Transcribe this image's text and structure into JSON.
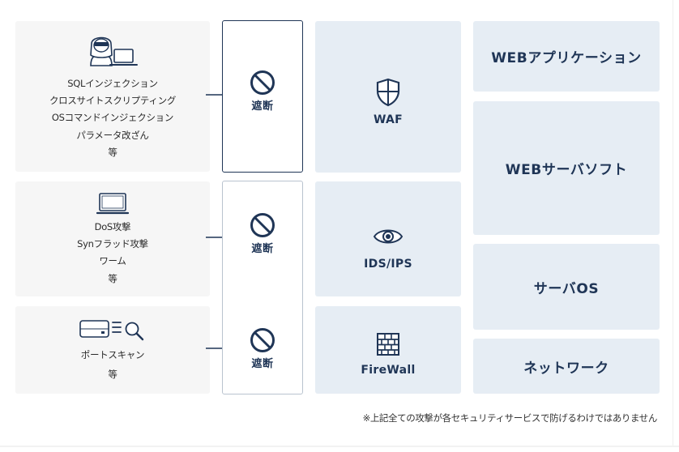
{
  "attacks": [
    {
      "lines": [
        "SQLインジェクション",
        "クロスサイトスクリプティング",
        "OSコマンドインジェクション",
        "パラメータ改ざん",
        "等"
      ],
      "icon": "hacker-laptop-icon"
    },
    {
      "lines": [
        "DoS攻撃",
        "Synフラッド攻撃",
        "ワーム",
        "等"
      ],
      "icon": "laptop-icon"
    },
    {
      "lines": [
        "ポートスキャン",
        "等"
      ],
      "icon": "server-scan-icon"
    }
  ],
  "block": {
    "label": "遮断",
    "icon": "prohibited-icon"
  },
  "services": [
    {
      "label": "WAF",
      "icon": "shield-icon"
    },
    {
      "label": "IDS/IPS",
      "icon": "eye-icon"
    },
    {
      "label": "FireWall",
      "icon": "brick-wall-icon"
    }
  ],
  "layers": [
    "WEBアプリケーション",
    "WEBサーバソフト",
    "サーバOS",
    "ネットワーク"
  ],
  "footnote": "※上記全ての攻撃が各セキュリティサービスで防げるわけではありません",
  "colors": {
    "navy": "#1f3556",
    "service_bg": "#e6edf4",
    "attack_bg": "#f6f6f6"
  }
}
